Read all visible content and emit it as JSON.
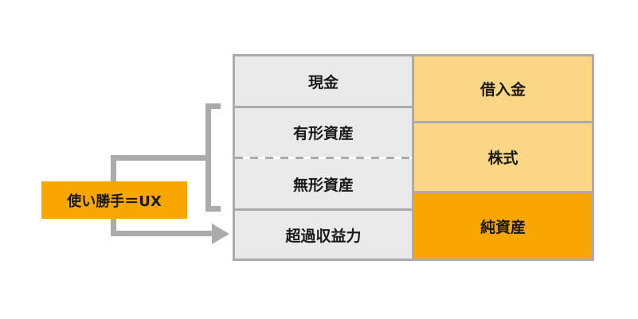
{
  "label_box": {
    "text": "使い勝手＝UX"
  },
  "table": {
    "left_column": {
      "cells": [
        {
          "label": "現金"
        },
        {
          "label": "有形資産"
        },
        {
          "label": "無形資産"
        },
        {
          "label": "超過収益力"
        }
      ]
    },
    "right_column": {
      "cells": [
        {
          "label": "借入金"
        },
        {
          "label": "株式"
        },
        {
          "label": "純資産"
        }
      ]
    }
  },
  "icons": {
    "arrow_head": "right-arrow-triangle",
    "bracket": "right-opening-bracket"
  },
  "colors": {
    "accent_orange": "#F9A602",
    "light_orange": "#FBD687",
    "cell_gray": "#EAEAEA",
    "line_gray": "#ABABAB",
    "text": "#1A1A1A",
    "background": "#FFFFFF"
  }
}
